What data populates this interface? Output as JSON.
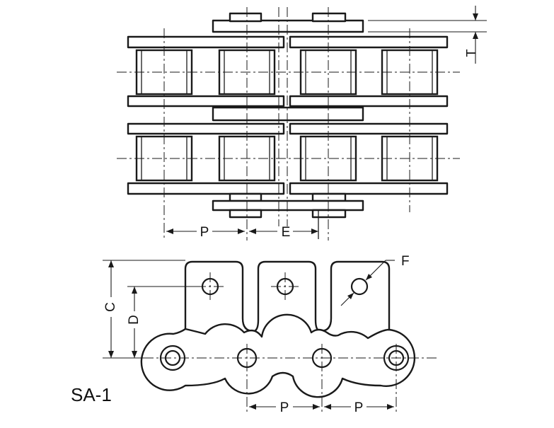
{
  "labels": {
    "pitch": "P",
    "offset": "E",
    "thickness": "T",
    "height": "C",
    "hole_height": "D",
    "hole_diameter": "F",
    "model": "SA-1"
  }
}
